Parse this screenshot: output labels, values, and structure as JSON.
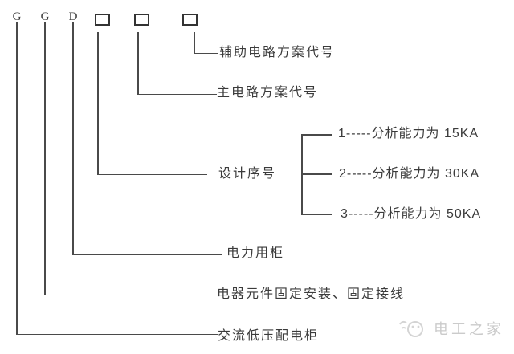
{
  "code": {
    "letters": [
      "G",
      "G",
      "D"
    ],
    "placeholder_box_count": 3
  },
  "labels": {
    "auxiliary_circuit": "辅助电路方案代号",
    "main_circuit": "主电路方案代号",
    "design_serial": "设计序号",
    "power_cabinet": "电力用柜",
    "fixed_install": "电器元件固定安装、固定接线",
    "ac_low_voltage": "交流低压配电柜"
  },
  "design_options": [
    {
      "label": "1-----分析能力为 15KA"
    },
    {
      "label": "2-----分析能力为 30KA"
    },
    {
      "label": "3-----分析能力为 50KA"
    }
  ],
  "watermark": {
    "text": "电工之家"
  },
  "colors": {
    "background": "#ffffff",
    "line": "#4a4a4a",
    "text": "#3b3b3b",
    "box_border": "#333333",
    "watermark": "#cbcbcb"
  }
}
